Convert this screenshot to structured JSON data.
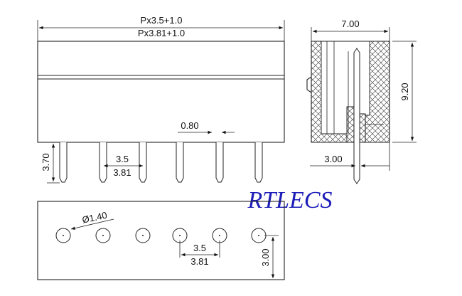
{
  "brand": {
    "text": "RTLECS",
    "color": "#1d1db8"
  },
  "front_view": {
    "width_label_1": "Px3.5+1.0",
    "width_label_2": "Px3.81+1.0",
    "pin_width_label": "0.80",
    "pin_length_label": "3.70",
    "pitch_label_1": "3.5",
    "pitch_label_2": "3.81",
    "pin_count": 6
  },
  "side_view": {
    "width_label": "7.00",
    "height_label": "9.20",
    "pin_offset_label": "3.00"
  },
  "bottom_view": {
    "hole_diameter_label": "Ø1.40",
    "pitch_label_1": "3.5",
    "pitch_label_2": "3.81",
    "row_offset_label": "3.00",
    "hole_count": 6
  }
}
